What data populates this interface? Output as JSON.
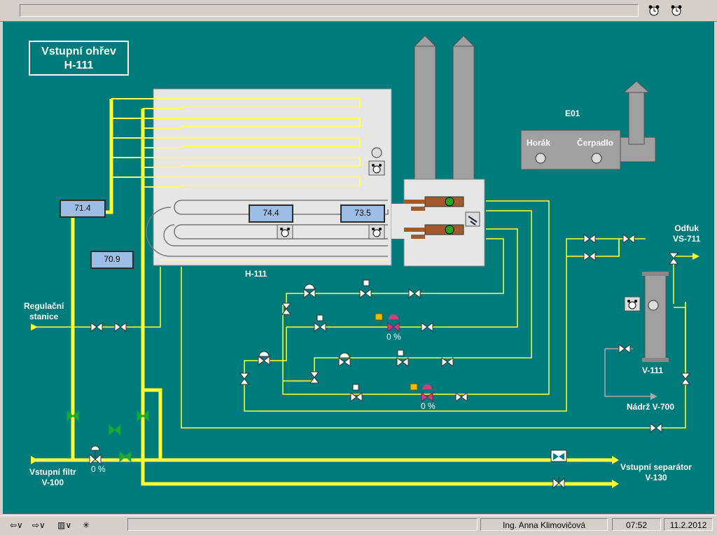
{
  "title_box": {
    "line1": "Vstupní ohřev",
    "line2": "H-111"
  },
  "furnace": {
    "label": "H-111",
    "temp_left": "74.4",
    "temp_right": "73.5"
  },
  "temps": {
    "left_top": "71.4",
    "left_mid": "70.9"
  },
  "e01": {
    "label": "E01",
    "burner": "Horák",
    "pump": "Čerpadlo"
  },
  "labels": {
    "regulacni_line1": "Regulační",
    "regulacni_line2": "stanice",
    "vstupni_filtr_line1": "Vstupní filtr",
    "vstupni_filtr_line2": "V-100",
    "odfuk_line1": "Odfuk",
    "odfuk_line2": "VS-711",
    "v111": "V-111",
    "nadrz": "Nádrž V-700",
    "separator_line1": "Vstupní separátor",
    "separator_line2": "V-130"
  },
  "valves": {
    "v1_pct": "0 %",
    "v2_pct": "0 %",
    "filtr_pct": "0 %"
  },
  "status": {
    "user": "Ing. Anna Klimovičová",
    "time": "07:52",
    "date": "11.2.2012",
    "nav_back": "⇦∨",
    "nav_fwd": "⇨∨",
    "menu": "▥∨",
    "star": "✳"
  },
  "icons": [
    "alarm-clock-icon",
    "lock-icon",
    "valve-icon",
    "motor-icon"
  ],
  "colors": {
    "background": "#007b7b",
    "pipe": "#ffff33",
    "panel": "#e6e6e6",
    "value_box": "#9cbde6"
  }
}
